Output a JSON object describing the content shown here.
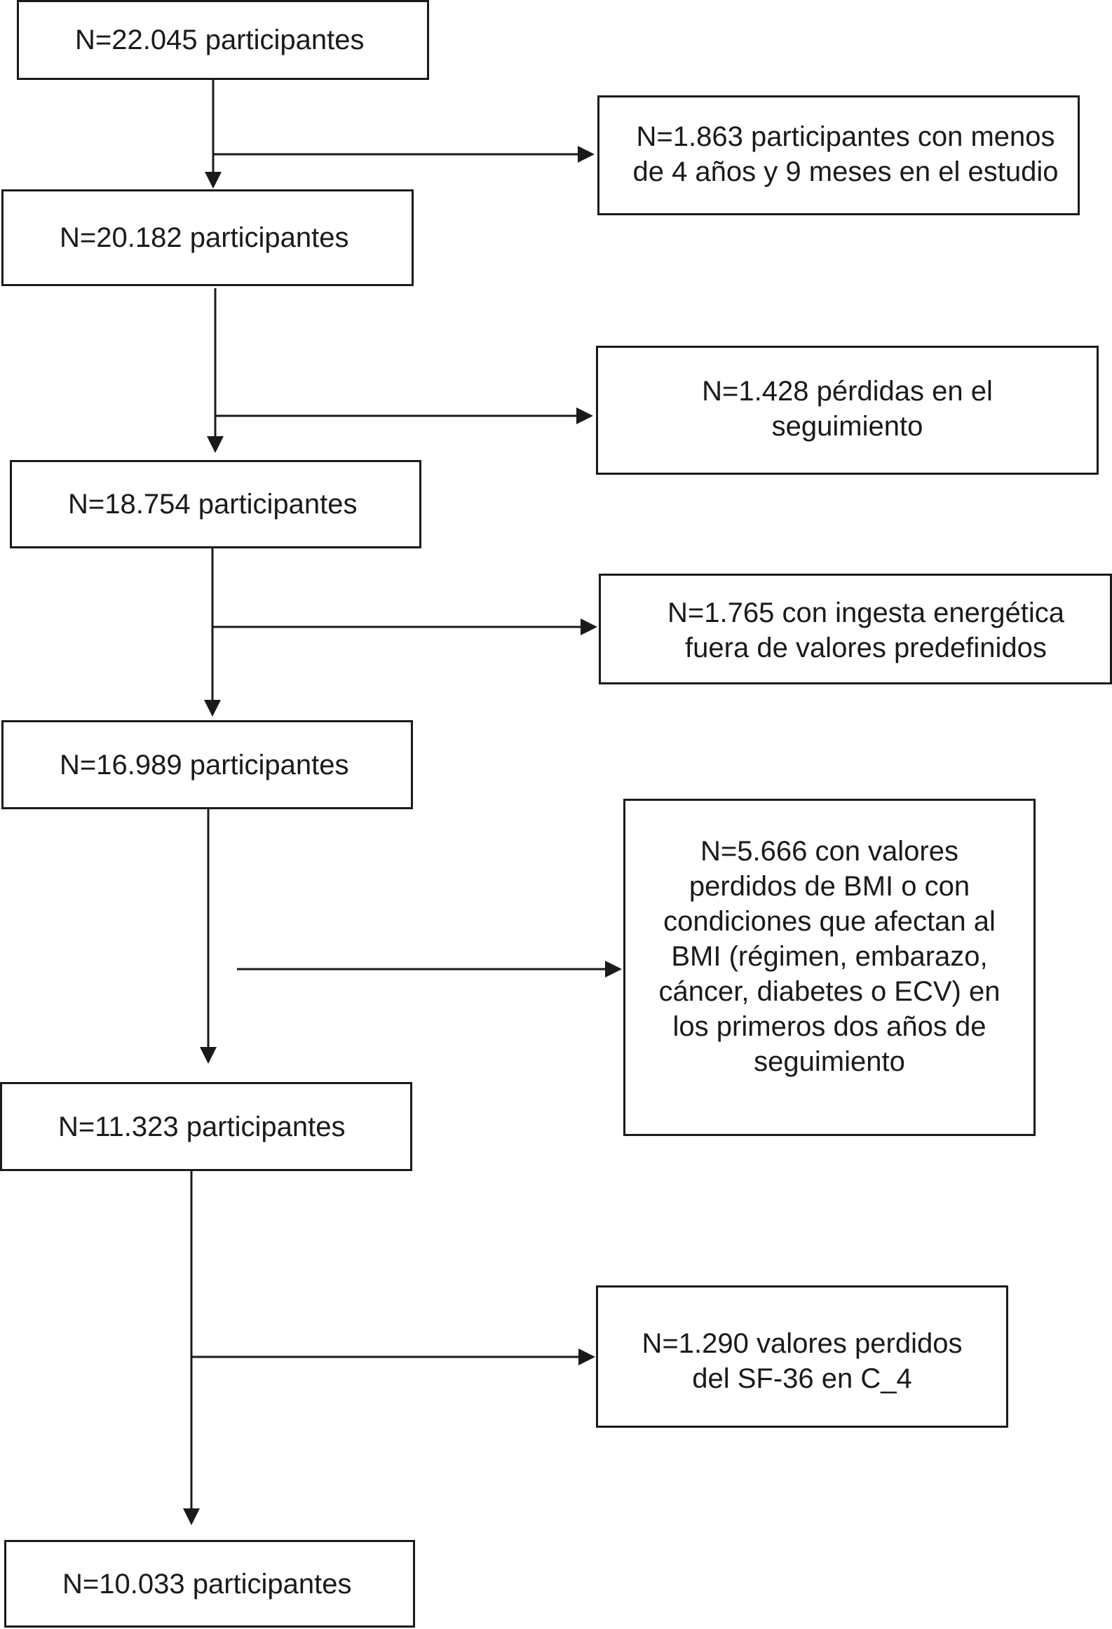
{
  "flow": {
    "main_boxes": [
      "N=22.045 participantes",
      "N=20.182 participantes",
      "N=18.754 participantes",
      "N=16.989 participantes",
      "N=11.323 participantes",
      "N=10.033 participantes"
    ],
    "exclusions": [
      "N=1.863 participantes con menos\nde 4 años y 9 meses en el estudio",
      "N=1.428 pérdidas en el\nseguimiento",
      "N=1.765 con ingesta energética\nfuera de valores predefinidos",
      "N=5.666  con valores\nperdidos de BMI o con\ncondiciones que afectan al\nBMI (régimen, embarazo,\ncáncer, diabetes o ECV) en\nlos primeros dos años de\nseguimiento",
      "N=1.290 valores perdidos\ndel SF-36 en C_4"
    ]
  },
  "colors": {
    "stroke": "#1a1a1a",
    "background": "#ffffff"
  }
}
